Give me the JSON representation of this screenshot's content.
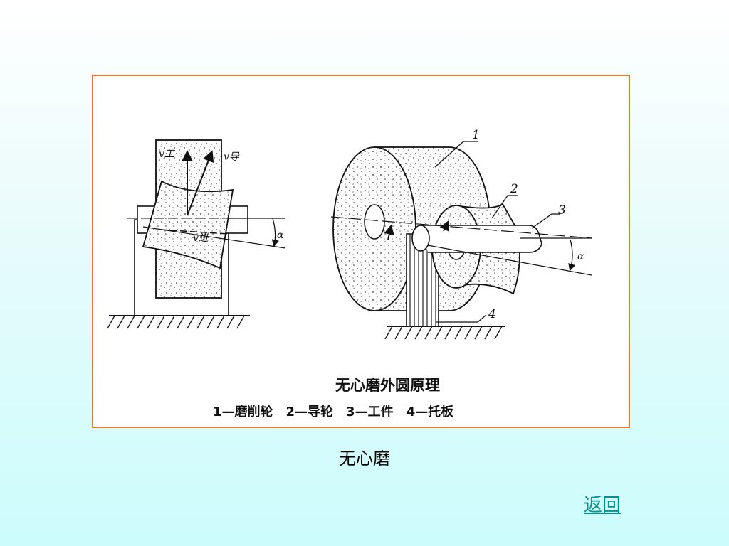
{
  "figure": {
    "title": "无心磨外圆原理",
    "legend": "1—磨削轮　2—导轮　3—工件　4—托板",
    "labels": {
      "v_work": "v工",
      "v_guide": "v导",
      "v_feed": "v进",
      "alpha_left": "α",
      "alpha_right": "α",
      "part_1": "1",
      "part_2": "2",
      "part_3": "3",
      "part_4": "4"
    }
  },
  "caption": "无心磨",
  "nav": {
    "back_label": "返回"
  },
  "colors": {
    "frame_border": "#f07828",
    "link": "#0a8f8f"
  }
}
